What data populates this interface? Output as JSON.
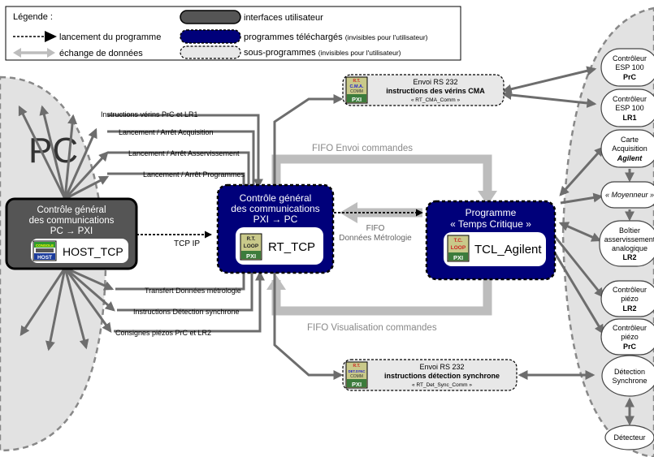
{
  "legend": {
    "title": "Légende :",
    "launch": "lancement du programme",
    "exchange": "échange de données",
    "ui": "interfaces utilisateur",
    "downloaded_main": "programmes téléchargés",
    "downloaded_note": "(invisibles pour l'utilisateur)",
    "sub_main": "sous-programmes",
    "sub_note": "(invisibles pour l'utilisateur)"
  },
  "pc": {
    "label": "PC",
    "host": {
      "lines": [
        "Contrôle général",
        "des communications",
        "PC → PXI"
      ],
      "name": "HOST_TCP",
      "icon_top": "CONSOLE",
      "icon_bottom": "HOST"
    }
  },
  "left_labels": {
    "cmd1": "Instructions vérins PrC et LR1",
    "cmd2": "Lancement / Arrêt Acquisition",
    "cmd3": "Lancement / Arrêt Asservissement",
    "cmd4": "Lancement / Arrêt Programmes",
    "out1": "Transfert Données métrologie",
    "out2": "Instructions Détection synchrone",
    "out3": "Consignes piézos PrC et LR2",
    "tcp": "TCP IP"
  },
  "rt": {
    "lines": [
      "Contrôle général",
      "des communications",
      "PXI → PC"
    ],
    "name": "RT_TCP",
    "icon_top": "R.T.",
    "icon_mid": "LOOP",
    "icon_bottom": "PXI"
  },
  "tcl": {
    "lines": [
      "Programme",
      "« Temps Critique »"
    ],
    "name": "TCL_Agilent",
    "icon_top": "T.C.",
    "icon_mid": "LOOP",
    "icon_bottom": "PXI"
  },
  "fifo": {
    "envoi": "FIFO Envoi commandes",
    "donnees1": "FIFO",
    "donnees2": "Données Métrologie",
    "visu": "FIFO Visualisation commandes"
  },
  "sub_top": {
    "l1": "Envoi RS 232",
    "l2": "instructions des vérins CMA",
    "l3": "« RT_CMA_Comm »",
    "icon_top": "R.T.",
    "icon_mid": "C.M.A.",
    "icon_mid2": "COMM",
    "icon_bottom": "PXI"
  },
  "sub_bottom": {
    "l1": "Envoi RS 232",
    "l2": "instructions détection synchrone",
    "l3": "« RT_Det_Sync_Comm »",
    "icon_top": "R.T.",
    "icon_mid": "DET.SYNC",
    "icon_mid2": "COMM",
    "icon_bottom": "PXI"
  },
  "devices": [
    {
      "lines": [
        "Contrôleur",
        "ESP 100"
      ],
      "bold": "PrC",
      "italic": false
    },
    {
      "lines": [
        "Contrôleur",
        "ESP 100"
      ],
      "bold": "LR1",
      "italic": false
    },
    {
      "lines": [
        "Carte",
        "Acquisition"
      ],
      "bold": "Agilent",
      "italic": true
    },
    {
      "lines": [
        "« Moyenneur »"
      ],
      "bold": "",
      "italic": false,
      "italic_all": true
    },
    {
      "lines": [
        "Boîtier",
        "asservissement",
        "analogique"
      ],
      "bold": "LR2",
      "italic": false
    },
    {
      "lines": [
        "Contrôleur",
        "piézo"
      ],
      "bold": "LR2",
      "italic": false
    },
    {
      "lines": [
        "Contrôleur",
        "piézo"
      ],
      "bold": "PrC",
      "italic": false
    },
    {
      "lines": [
        "Détection",
        "Synchrone"
      ],
      "bold": "",
      "italic": false
    },
    {
      "lines": [
        "Détecteur"
      ],
      "bold": "",
      "italic": false
    }
  ],
  "colors": {
    "ui": "#555555",
    "downloaded": "#00007a",
    "sub": "#e8e8e8",
    "zone": "#e2e2e2",
    "arrow_dark": "#6d6d6d",
    "arrow_light": "#bdbdbd"
  }
}
